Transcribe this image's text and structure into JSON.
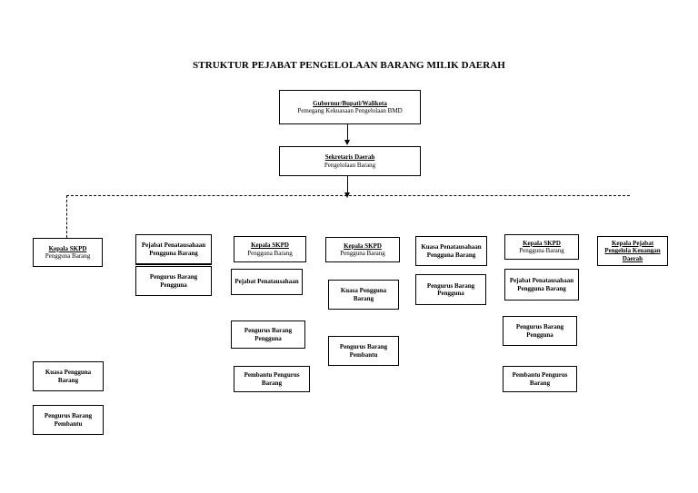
{
  "title": "STRUKTUR PEJABAT PENGELOLAAN BARANG MILIK DAERAH",
  "top": {
    "title": "Gubernur/Bupati/Walikota",
    "subtitle": "Pemegang Kekuasaan Pengelolaan BMD"
  },
  "sekda": {
    "title": "Sekretaris Daerah",
    "subtitle": "Pengelolaan Barang"
  },
  "col1": {
    "head_title": "Kepala SKPD",
    "head_subtitle": "Pengguna Barang",
    "kuasa": "Kuasa Pengguna Barang",
    "pengurus_pembantu": "Pengurus Barang Pembantu"
  },
  "col2": {
    "head_title": "Pejabat Penatausahaan Pengguna Barang",
    "pengurus": "Pengurus Barang Pengguna"
  },
  "col3": {
    "head_title": "Kepala SKPD",
    "head_subtitle": "Pengguna Barang",
    "pejabat": "Pejabat Penatausahaan",
    "pengurus": "Pengurus Barang Pengguna",
    "pembantu": "Pembantu Pengurus Barang"
  },
  "col4": {
    "head_title": "Kepala SKPD",
    "head_subtitle": "Pengguna Barang",
    "kuasa": "Kuasa Pengguna Barang",
    "pengurus_pembantu": "Pengurus Barang Pembantu"
  },
  "col5": {
    "head_title": "Kuasa Penatausahaan Pengguna Barang",
    "pengurus": "Pengurus Barang Pengguna"
  },
  "col6": {
    "head_title": "Kepala SKPD",
    "head_subtitle": "Pengguna Barang",
    "pejabat": "Pejabat Penatausahaan Pengguna Barang",
    "pengurus": "Pengurus Barang Pengguna",
    "pembantu": "Pembantu Pengurus Barang"
  },
  "col7": {
    "head_title": "Kepala Pejabat Pengelola Keuangan Daerah"
  }
}
